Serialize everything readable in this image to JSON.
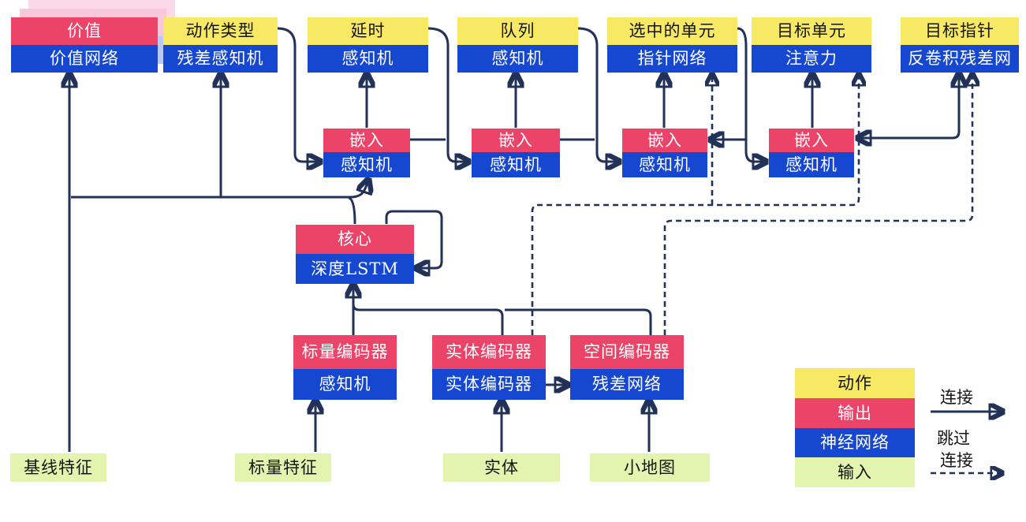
{
  "nodes": {
    "value": {
      "top": "价值",
      "bottom": "价值网络"
    },
    "action_type": {
      "top": "动作类型",
      "bottom": "残差感知机"
    },
    "delay": {
      "top": "延时",
      "bottom": "感知机"
    },
    "queue": {
      "top": "队列",
      "bottom": "感知机"
    },
    "selected_units": {
      "top": "选中的单元",
      "bottom": "指针网络"
    },
    "target_unit": {
      "top": "目标单元",
      "bottom": "注意力"
    },
    "target_point": {
      "top": "目标指针",
      "bottom": "反卷积残差网"
    },
    "embed1": {
      "top": "嵌入",
      "bottom": "感知机"
    },
    "embed2": {
      "top": "嵌入",
      "bottom": "感知机"
    },
    "embed3": {
      "top": "嵌入",
      "bottom": "感知机"
    },
    "embed4": {
      "top": "嵌入",
      "bottom": "感知机"
    },
    "core": {
      "top": "核心",
      "bottom": "深度LSTM"
    },
    "scalar_encoder": {
      "top": "标量编码器",
      "bottom": "感知机"
    },
    "entity_encoder": {
      "top": "实体编码器",
      "bottom": "实体编码器"
    },
    "spatial_encoder": {
      "top": "空间编码器",
      "bottom": "残差网络"
    },
    "baseline_features": {
      "label": "基线特征"
    },
    "scalar_features": {
      "label": "标量特征"
    },
    "entities": {
      "label": "实体"
    },
    "minimap": {
      "label": "小地图"
    }
  },
  "legend": {
    "action": "动作",
    "output": "输出",
    "neural_network": "神经网络",
    "input": "输入",
    "connection": "连接",
    "skip_line1": "跳过",
    "skip_line2": "连接"
  },
  "colors": {
    "action_yellow": "#F8E964",
    "output_red": "#EC4368",
    "network_blue": "#1647D1",
    "input_green": "#E3F4AE",
    "wire_navy": "#223158",
    "value_sheet_pink": "#F8C8DA",
    "value_sheet_blue": "#B9C9F0"
  }
}
